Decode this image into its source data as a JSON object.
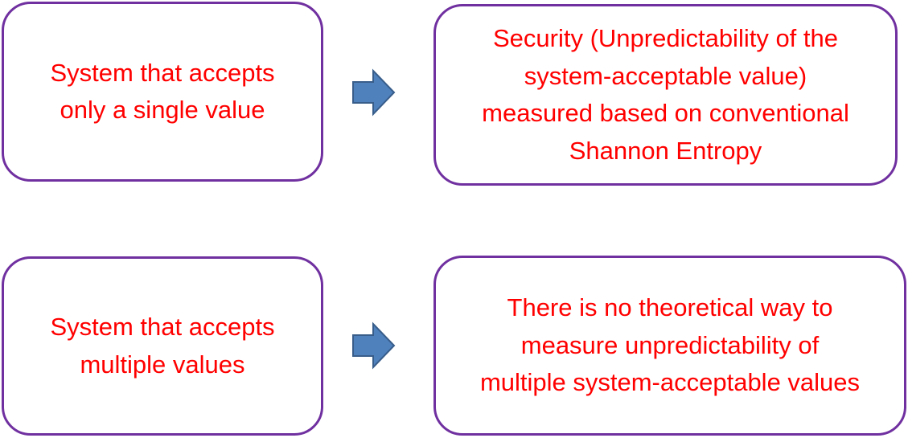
{
  "rows": [
    {
      "input": {
        "line1": "System that accepts",
        "line2": "only a single value"
      },
      "output": {
        "line1": "Security (Unpredictability of the",
        "line2": "system-acceptable value)",
        "line3": "measured based on conventional",
        "line4": "Shannon Entropy"
      }
    },
    {
      "input": {
        "line1": "System that accepts",
        "line2": "multiple values"
      },
      "output": {
        "line1": "There is no theoretical way to",
        "line2": "measure unpredictability of",
        "line3": "multiple system-acceptable values"
      }
    }
  ],
  "colors": {
    "border": "#7030a0",
    "text": "#ff0000",
    "arrow_fill": "#4f81bd",
    "arrow_stroke": "#385d8a"
  },
  "icons": {
    "arrow": "right-arrow-icon"
  }
}
